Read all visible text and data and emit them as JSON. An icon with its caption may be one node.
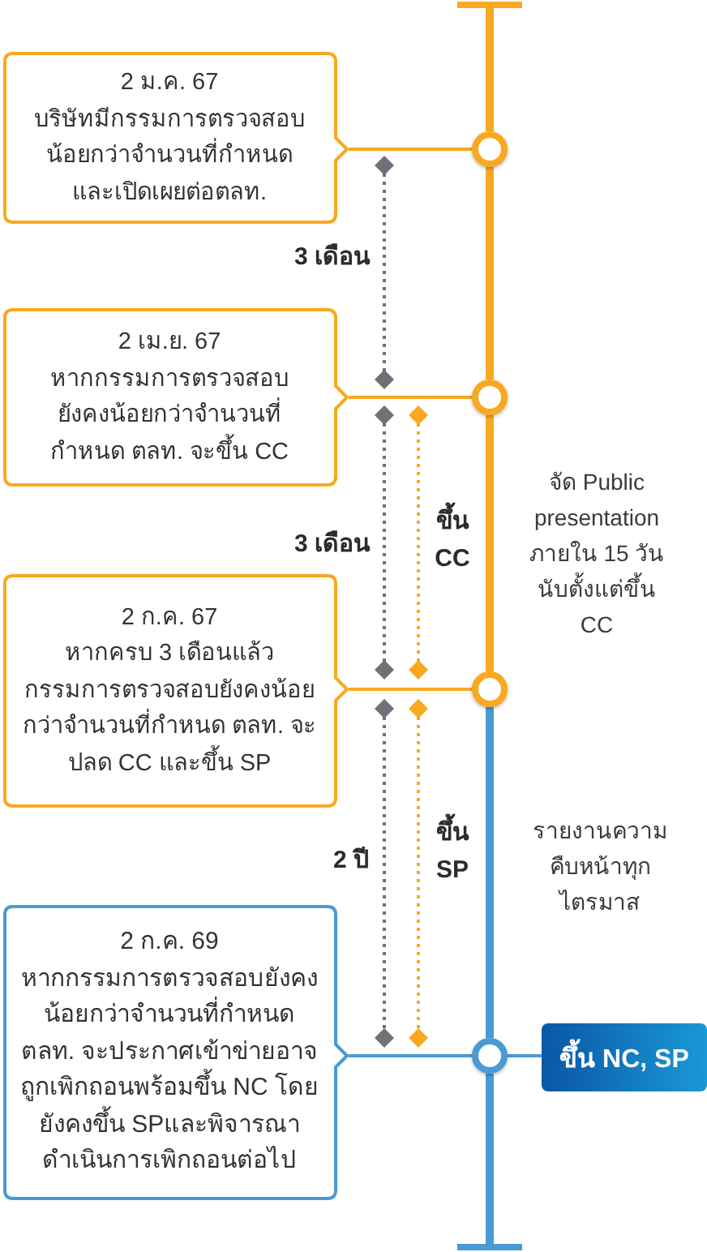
{
  "diagram": {
    "nodes": [
      {
        "text": [
          "2 ม.ค. 67",
          "บริษัทมีกรรมการตรวจสอบน้อยกว่าจำนวนที่กำหนดและเปิดเผยต่อตลท."
        ]
      },
      {
        "text": [
          "2 เม.ย. 67",
          "หากกรรมการตรวจสอบยังคงน้อยกว่าจำนวนที่กำหนด ตลท. จะขึ้น CC"
        ]
      },
      {
        "text": [
          "2 ก.ค. 67",
          "หากครบ 3 เดือนแล้วกรรมการตรวจสอบยังคงน้อยกว่าจำนวนที่กำหนด ตลท. จะปลด CC และขึ้น SP"
        ]
      },
      {
        "text": [
          "2 ก.ค. 69",
          "หากกรรมการตรวจสอบยังคงน้อยกว่าจำนวนที่กำหนด ตลท. จะประกาศเข้าข่ายอาจถูกเพิกถอนพร้อมขึ้น NC โดยยังคงขึ้น SPและพิจารณาดำเนินการเพิกถอนต่อไป"
        ]
      },
      {
        "text": [],
        "shape": "circle"
      },
      {
        "text": [],
        "shape": "circle"
      },
      {
        "text": [],
        "shape": "circle"
      },
      {
        "text": [],
        "shape": "circle"
      },
      {
        "text": [
          "ขึ้น NC, SP"
        ]
      }
    ],
    "edges": [
      {
        "from": null,
        "to": 4,
        "arrow": "other",
        "style": "thick"
      },
      {
        "from": 0,
        "to": 4,
        "arrow": "none"
      },
      {
        "from": 4,
        "to": 5,
        "arrow": "none",
        "style": "thick"
      },
      {
        "from": 1,
        "to": 5,
        "arrow": "none"
      },
      {
        "from": 5,
        "to": 6,
        "arrow": "none",
        "style": "thick"
      },
      {
        "from": 2,
        "to": 6,
        "arrow": "none"
      },
      {
        "from": 6,
        "to": 7,
        "arrow": "none",
        "style": "thick",
        "color": "#4a9ad3"
      },
      {
        "from": 3,
        "to": 7,
        "arrow": "none",
        "color": "#4a9ad3"
      },
      {
        "from": 7,
        "to": 8,
        "arrow": "none",
        "color": "#4a9ad3"
      },
      {
        "from": 7,
        "to": null,
        "arrow": "other",
        "style": "thick",
        "color": "#4a9ad3"
      }
    ],
    "labels": [
      "3 เดือน",
      "3 เดือน",
      "ขึ้น CC",
      "จัด Public presentation ภายใน 15 วัน นับตั้งแต่ขึ้น CC",
      "2 ปี",
      "ขึ้น SP",
      "รายงานความคืบหน้าทุกไตรมาส"
    ]
  }
}
